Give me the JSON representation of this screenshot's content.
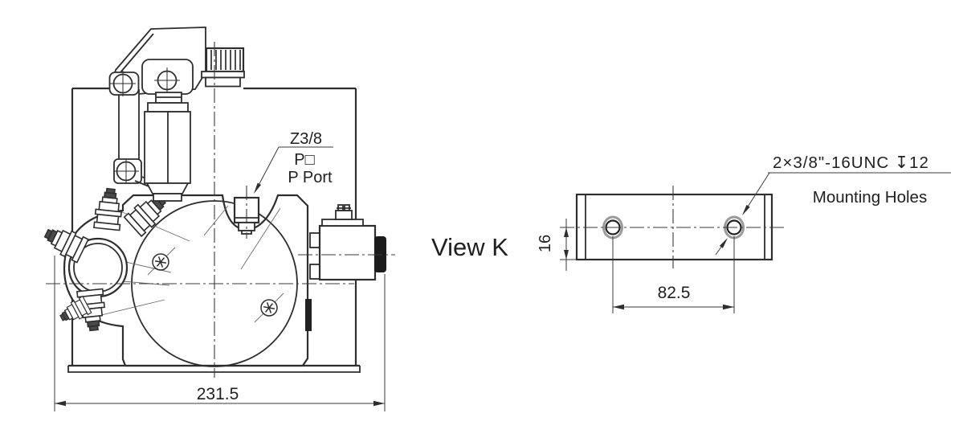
{
  "main_view": {
    "port_callout": {
      "thread": "Z3/8",
      "port_symbol": "P□",
      "port_name": "P Port"
    },
    "width_dimension": "231.5"
  },
  "view_k": {
    "label": "View K",
    "holes_callout_line1": "2×3/8\"-16UNC ↧12",
    "holes_callout_line2": "Mounting Holes",
    "edge_distance_dimension": "16",
    "hole_spacing_dimension": "82.5"
  },
  "colors": {
    "line": "#2e2e2e",
    "thin_line": "#6b6b6b",
    "dark_fill": "#1c1c1c",
    "background": "#ffffff"
  }
}
